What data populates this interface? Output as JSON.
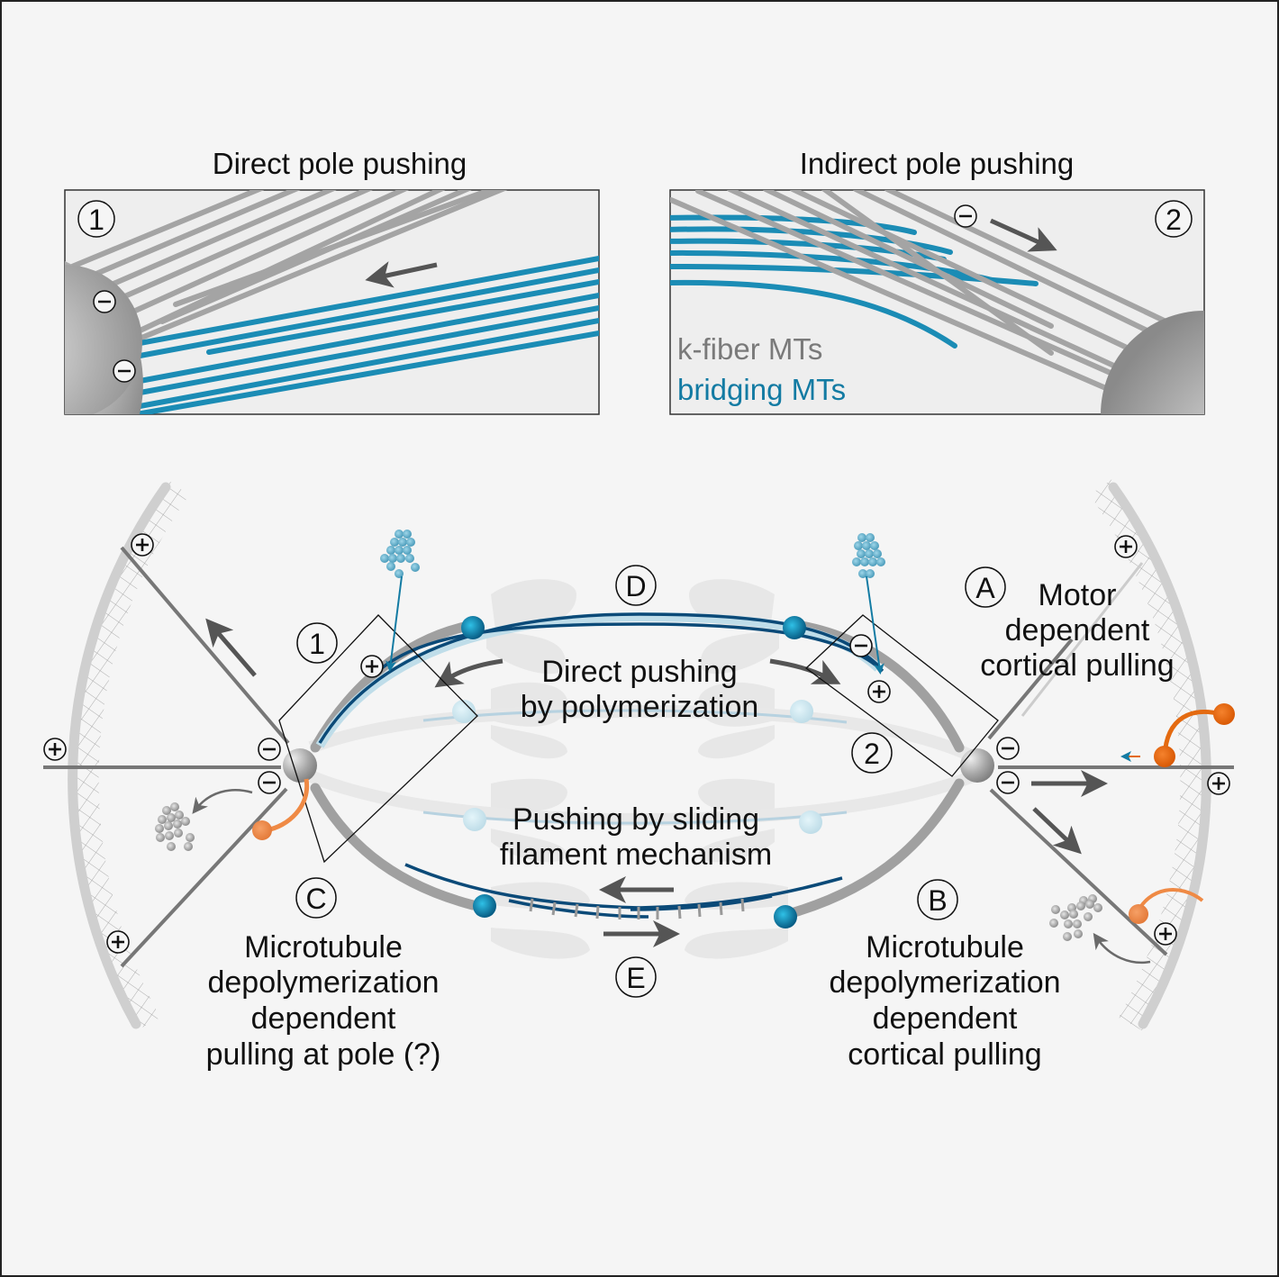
{
  "panels": {
    "direct": {
      "title": "Direct pole pushing",
      "number": "1"
    },
    "indirect": {
      "title": "Indirect pole pushing",
      "number": "2"
    },
    "legend": {
      "kfiber": "k-fiber MTs",
      "bridging": "bridging MTs"
    }
  },
  "main": {
    "box1_number": "1",
    "box2_number": "2",
    "A": {
      "letter": "A",
      "lines": [
        "Motor",
        "dependent",
        "cortical pulling"
      ]
    },
    "B": {
      "letter": "B",
      "lines": [
        "Microtubule",
        "depolymerization",
        "dependent",
        "cortical pulling"
      ]
    },
    "C": {
      "letter": "C",
      "lines": [
        "Microtubule",
        "depolymerization",
        "dependent",
        "pulling at pole (?)"
      ]
    },
    "D": {
      "letter": "D",
      "lines": [
        "Direct pushing",
        "by polymerization"
      ]
    },
    "E": {
      "letter": "E",
      "lines": [
        "Pushing by sliding",
        "filament mechanism"
      ]
    }
  },
  "symbols": {
    "plus": "+",
    "minus": "−"
  },
  "colors": {
    "kfiber": "#9a9a9a",
    "bridging": "#1d8ab3",
    "bridging_dark": "#0b4a78",
    "motor": "#e8772e",
    "tubulin": "#6fb5cf",
    "background": "#f5f5f5"
  }
}
